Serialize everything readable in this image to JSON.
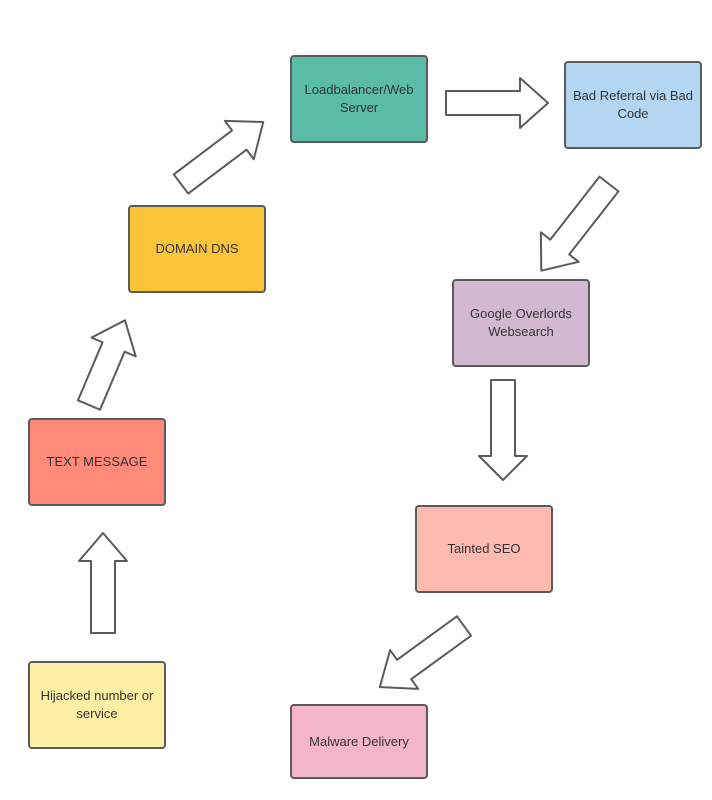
{
  "nodes": [
    {
      "id": "hijack",
      "label": "Hijacked number or service",
      "color": "#FFF0A6"
    },
    {
      "id": "text",
      "label": "TEXT MESSAGE",
      "color": "#FF8A7A"
    },
    {
      "id": "dns",
      "label": "DOMAIN DNS",
      "color": "#FCC438"
    },
    {
      "id": "lb",
      "label": "Loadbalancer/Web Server",
      "color": "#5BBCA8"
    },
    {
      "id": "badref",
      "label": "Bad Referral via Bad Code",
      "color": "#B3D6F2"
    },
    {
      "id": "google",
      "label": "Google Overlords Websearch",
      "color": "#D2B8D0"
    },
    {
      "id": "seo",
      "label": "Tainted SEO",
      "color": "#FFBAB0"
    },
    {
      "id": "malware",
      "label": "Malware Delivery",
      "color": "#F4B5CB"
    }
  ],
  "edges": [
    {
      "from": "hijack",
      "to": "text"
    },
    {
      "from": "text",
      "to": "dns"
    },
    {
      "from": "dns",
      "to": "lb"
    },
    {
      "from": "lb",
      "to": "badref"
    },
    {
      "from": "badref",
      "to": "google"
    },
    {
      "from": "google",
      "to": "seo"
    },
    {
      "from": "seo",
      "to": "malware"
    }
  ]
}
